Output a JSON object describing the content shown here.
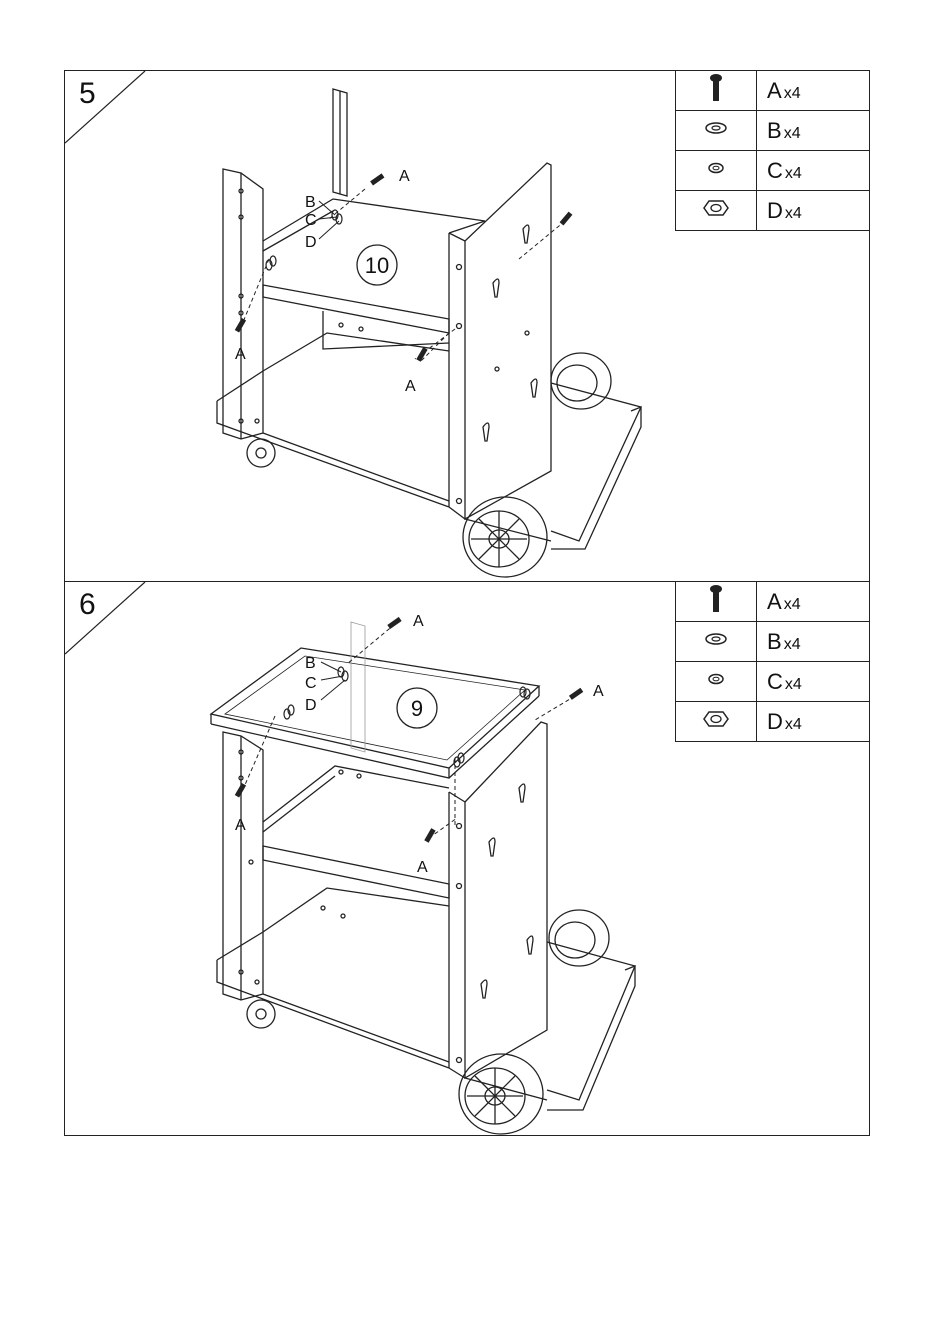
{
  "steps": [
    {
      "number": "5",
      "part_number": "10",
      "callouts": [
        "A",
        "B",
        "C",
        "D",
        "A",
        "A"
      ],
      "hardware": [
        {
          "icon": "bolt-icon",
          "letter": "A",
          "qty": "x4"
        },
        {
          "icon": "flat-washer-icon",
          "letter": "B",
          "qty": "x4"
        },
        {
          "icon": "spring-washer-icon",
          "letter": "C",
          "qty": "x4"
        },
        {
          "icon": "hex-nut-icon",
          "letter": "D",
          "qty": "x4"
        }
      ]
    },
    {
      "number": "6",
      "part_number": "9",
      "callouts": [
        "A",
        "B",
        "C",
        "D",
        "A",
        "A",
        "A"
      ],
      "hardware": [
        {
          "icon": "bolt-icon",
          "letter": "A",
          "qty": "x4"
        },
        {
          "icon": "flat-washer-icon",
          "letter": "B",
          "qty": "x4"
        },
        {
          "icon": "spring-washer-icon",
          "letter": "C",
          "qty": "x4"
        },
        {
          "icon": "hex-nut-icon",
          "letter": "D",
          "qty": "x4"
        }
      ]
    }
  ],
  "colors": {
    "line": "#222222",
    "background": "#ffffff"
  }
}
